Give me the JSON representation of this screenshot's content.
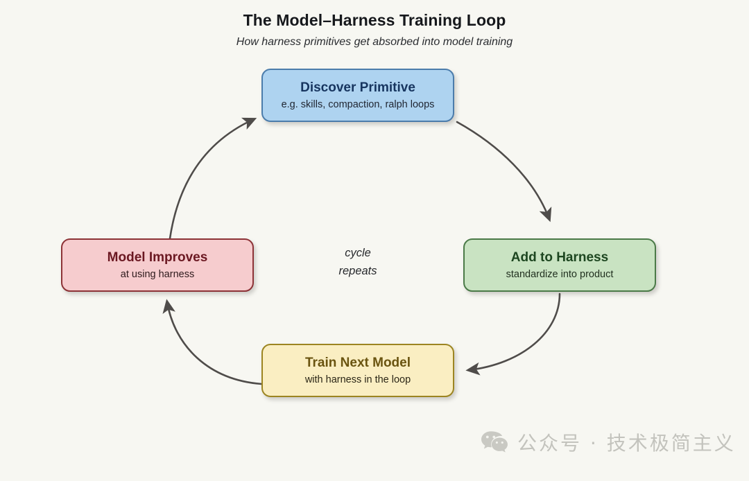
{
  "header": {
    "title": "The Model–Harness Training Loop",
    "subtitle": "How harness primitives get absorbed into model training"
  },
  "diagram": {
    "type": "cycle",
    "direction": "clockwise",
    "center_label_line1": "cycle",
    "center_label_line2": "repeats",
    "background_color": "#f7f7f2",
    "arrow_color": "#4f4c4a",
    "nodes": [
      {
        "id": "discover",
        "title": "Discover Primitive",
        "subtitle": "e.g. skills, compaction, ralph loops",
        "fill": "#aed3f0",
        "border": "#4b7cab",
        "title_color": "#17355f",
        "position": "top"
      },
      {
        "id": "harness",
        "title": "Add to Harness",
        "subtitle": "standardize into product",
        "fill": "#c9e3c2",
        "border": "#4b7a48",
        "title_color": "#1d4620",
        "position": "right"
      },
      {
        "id": "train",
        "title": "Train Next Model",
        "subtitle": "with harness in the loop",
        "fill": "#faeec2",
        "border": "#9c8521",
        "title_color": "#6a5410",
        "position": "bottom"
      },
      {
        "id": "improves",
        "title": "Model Improves",
        "subtitle": "at using harness",
        "fill": "#f6ccce",
        "border": "#8d3337",
        "title_color": "#6b1822",
        "position": "left"
      }
    ],
    "edges": [
      {
        "from": "discover",
        "to": "harness"
      },
      {
        "from": "harness",
        "to": "train"
      },
      {
        "from": "train",
        "to": "improves"
      },
      {
        "from": "improves",
        "to": "discover"
      }
    ]
  },
  "watermark": {
    "icon": "wechat-icon",
    "text": "公众号 · 技术极简主义",
    "color": "#c3c3bd"
  }
}
